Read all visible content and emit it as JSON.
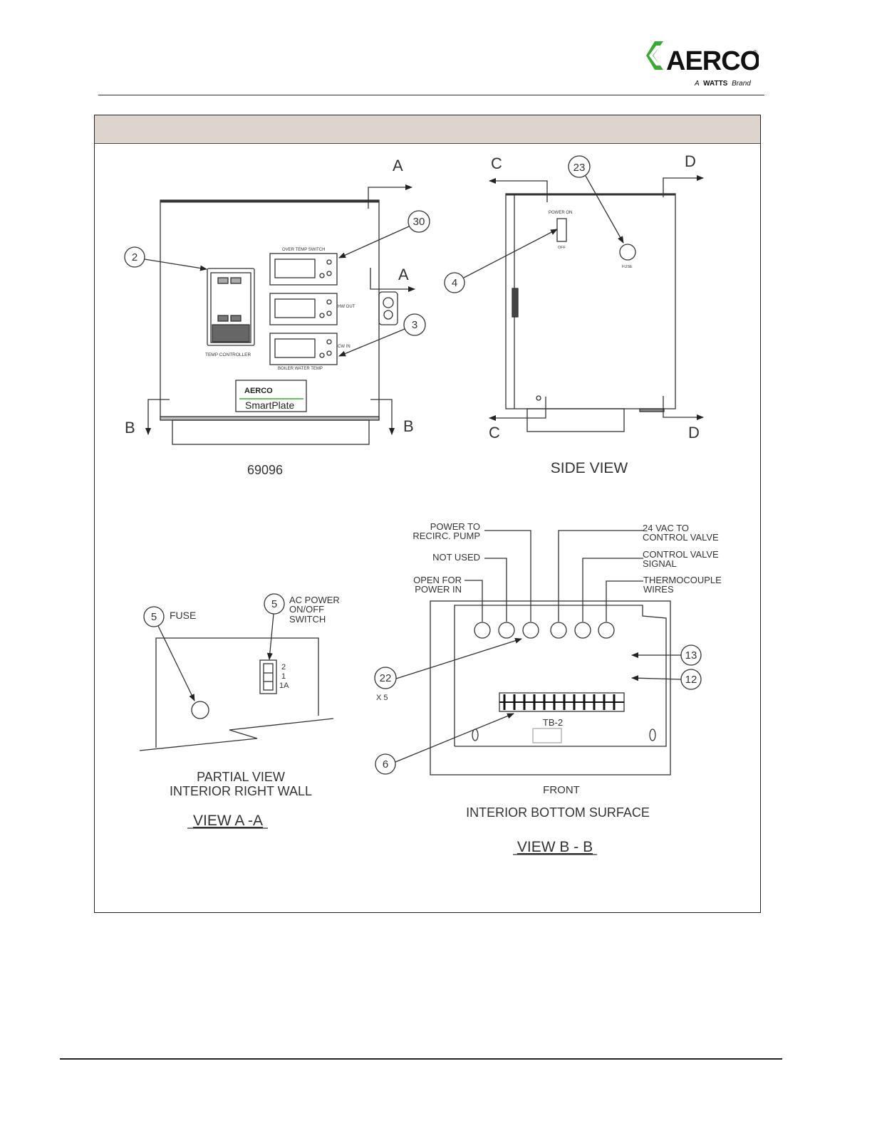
{
  "logo": {
    "brand": "AERCO",
    "reg": "®",
    "tagline_a": "A",
    "tagline_watts": "WATTS",
    "tagline_brand": "Brand",
    "color": "#3aaa35"
  },
  "views": {
    "front": {
      "caption": "69096",
      "section_a": "A",
      "section_b": "B",
      "callouts": [
        "2",
        "30",
        "3"
      ],
      "over_temp": "OVER TEMP SWITCH",
      "temp_controller": "TEMP CONTROLLER",
      "boiler_water_temp": "BOILER WATER TEMP",
      "meter2_tag": "HW OUT",
      "meter3_tag": "CW IN",
      "badge_brand": "AERCO",
      "badge_product": "SmartPlate"
    },
    "side": {
      "caption": "SIDE VIEW",
      "section_c": "C",
      "section_d": "D",
      "callouts": [
        "23",
        "4"
      ],
      "power_on": "POWER ON",
      "off": "OFF",
      "fuse": "FUSE"
    },
    "view_a": {
      "caption_line1": "PARTIAL VIEW",
      "caption_line2": "INTERIOR RIGHT WALL",
      "title": "VIEW A -A",
      "fuse_callout": "5",
      "fuse_label": "FUSE",
      "switch_callout": "5",
      "switch_label": [
        "AC POWER",
        "ON/OFF",
        "SWITCH"
      ],
      "switch_positions": [
        "2",
        "1",
        "1A"
      ]
    },
    "view_b": {
      "front_label": "FRONT",
      "surface_label": "INTERIOR BOTTOM SURFACE",
      "title": "VIEW B - B",
      "terminal_block": "TB-2",
      "callouts": [
        "22",
        "6",
        "13",
        "12"
      ],
      "qty": "X 5",
      "labels_left": [
        [
          "POWER TO",
          "RECIRC. PUMP"
        ],
        [
          "NOT USED"
        ],
        [
          "OPEN FOR",
          "POWER IN"
        ]
      ],
      "labels_right": [
        [
          "24 VAC TO",
          "CONTROL VALVE"
        ],
        [
          "CONTROL VALVE",
          "SIGNAL"
        ],
        [
          "THERMOCOUPLE",
          "WIRES"
        ]
      ]
    }
  }
}
